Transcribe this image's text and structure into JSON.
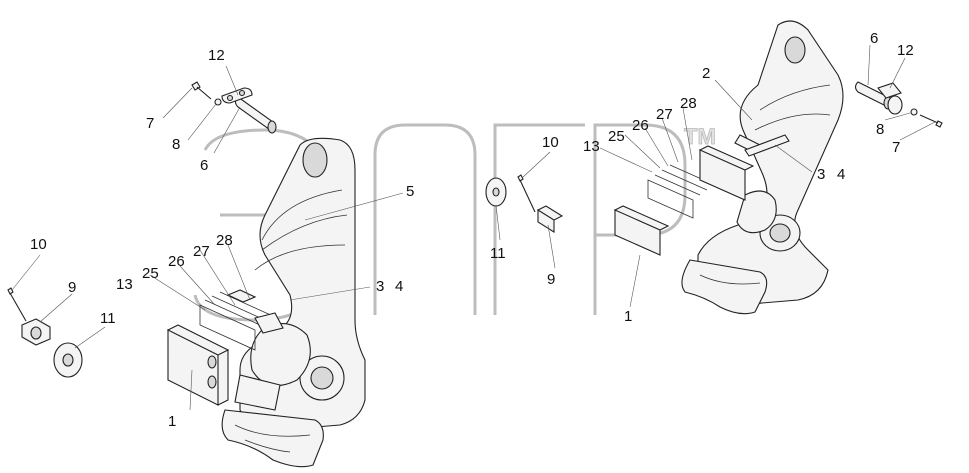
{
  "watermark": {
    "text": "элгр",
    "trademark": "TM",
    "color": "#c8c8c8"
  },
  "callouts": {
    "left_12": "12",
    "left_7": "7",
    "left_8": "8",
    "left_6": "6",
    "left_5": "5",
    "left_10": "10",
    "left_9": "9",
    "left_11": "11",
    "left_13": "13",
    "left_25": "25",
    "left_26": "26",
    "left_27": "27",
    "left_28": "28",
    "left_3": "3",
    "left_4": "4",
    "left_1": "1",
    "mid_10": "10",
    "mid_13": "13",
    "mid_25": "25",
    "mid_26": "26",
    "mid_27": "27",
    "mid_28": "28",
    "mid_11": "11",
    "mid_9": "9",
    "mid_1": "1",
    "right_2": "2",
    "right_6": "6",
    "right_12": "12",
    "right_8": "8",
    "right_7": "7",
    "right_3": "3",
    "right_4": "4"
  }
}
